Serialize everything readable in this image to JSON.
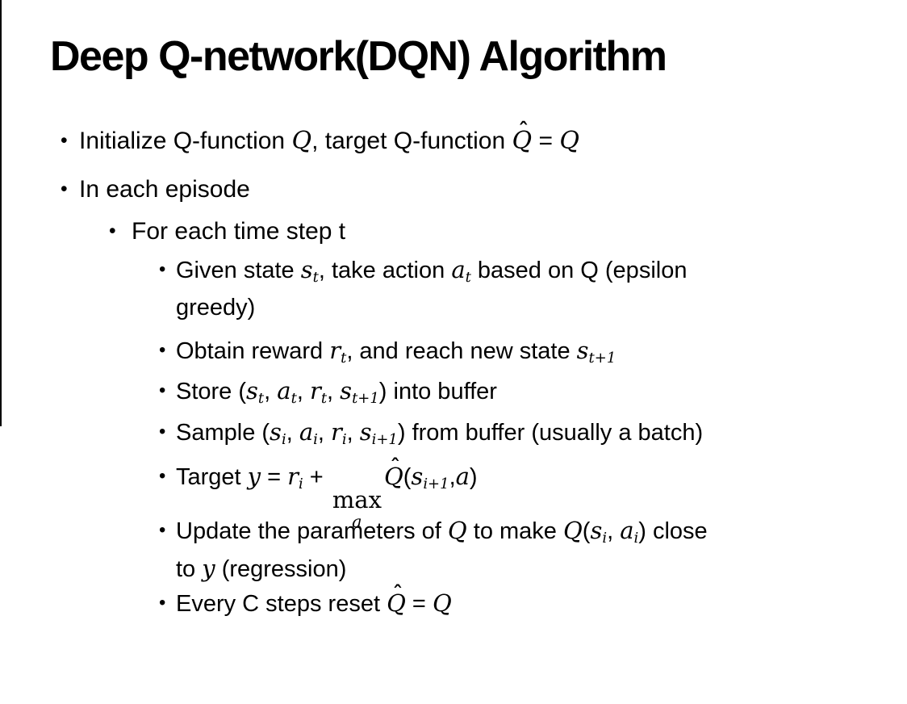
{
  "slide": {
    "title": "Deep Q-network(DQN) Algorithm",
    "bullets": [
      {
        "level": 1,
        "segments": [
          {
            "t": "txt",
            "v": "Initialize Q-function "
          },
          {
            "t": "m",
            "v": "Q"
          },
          {
            "t": "txt",
            "v": ", target Q-function "
          },
          {
            "t": "hat",
            "v": "Q"
          },
          {
            "t": "txt",
            "v": " = "
          },
          {
            "t": "m",
            "v": "Q"
          }
        ]
      },
      {
        "level": 1,
        "segments": [
          {
            "t": "txt",
            "v": "In each episode"
          }
        ]
      },
      {
        "level": 2,
        "segments": [
          {
            "t": "txt",
            "v": "For each time step t"
          }
        ]
      },
      {
        "level": 3,
        "segments": [
          {
            "t": "txt",
            "v": "Given state "
          },
          {
            "t": "msub",
            "b": "s",
            "s": "t"
          },
          {
            "t": "txt",
            "v": ", take action "
          },
          {
            "t": "msub",
            "b": "a",
            "s": "t"
          },
          {
            "t": "txt",
            "v": " based on Q (epsilon"
          },
          {
            "t": "br"
          },
          {
            "t": "txt",
            "v": "greedy)"
          }
        ]
      },
      {
        "level": 3,
        "segments": [
          {
            "t": "txt",
            "v": "Obtain reward "
          },
          {
            "t": "msub",
            "b": "r",
            "s": "t"
          },
          {
            "t": "txt",
            "v": ", and reach new state "
          },
          {
            "t": "msub",
            "b": "s",
            "s": "t+1"
          }
        ]
      },
      {
        "level": 3,
        "segments": [
          {
            "t": "txt",
            "v": "Store ("
          },
          {
            "t": "msub",
            "b": "s",
            "s": "t"
          },
          {
            "t": "txt",
            "v": ", "
          },
          {
            "t": "msub",
            "b": "a",
            "s": "t"
          },
          {
            "t": "txt",
            "v": ", "
          },
          {
            "t": "msub",
            "b": "r",
            "s": "t"
          },
          {
            "t": "txt",
            "v": ", "
          },
          {
            "t": "msub",
            "b": "s",
            "s": "t+1"
          },
          {
            "t": "txt",
            "v": ") into buffer"
          }
        ]
      },
      {
        "level": 3,
        "segments": [
          {
            "t": "txt",
            "v": "Sample ("
          },
          {
            "t": "msub",
            "b": "s",
            "s": "i"
          },
          {
            "t": "txt",
            "v": ", "
          },
          {
            "t": "msub",
            "b": "a",
            "s": "i"
          },
          {
            "t": "txt",
            "v": ", "
          },
          {
            "t": "msub",
            "b": "r",
            "s": "i"
          },
          {
            "t": "txt",
            "v": ", "
          },
          {
            "t": "msub",
            "b": "s",
            "s": "i+1"
          },
          {
            "t": "txt",
            "v": ") from buffer (usually a batch)"
          }
        ]
      },
      {
        "level": 3,
        "segments": [
          {
            "t": "txt",
            "v": "Target "
          },
          {
            "t": "m",
            "v": "y"
          },
          {
            "t": "txt",
            "v": " = "
          },
          {
            "t": "msub",
            "b": "r",
            "s": "i"
          },
          {
            "t": "txt",
            "v": " + "
          },
          {
            "t": "max",
            "top": "max",
            "under": "a"
          },
          {
            "t": "hat",
            "v": "Q"
          },
          {
            "t": "txt",
            "v": "("
          },
          {
            "t": "msub",
            "b": "s",
            "s": "i+1"
          },
          {
            "t": "txt",
            "v": ","
          },
          {
            "t": "m",
            "v": "a"
          },
          {
            "t": "txt",
            "v": ")"
          }
        ]
      },
      {
        "level": 3,
        "segments": [
          {
            "t": "txt",
            "v": "Update the parameters of "
          },
          {
            "t": "m",
            "v": "Q"
          },
          {
            "t": "txt",
            "v": " to make "
          },
          {
            "t": "m",
            "v": "Q"
          },
          {
            "t": "txt",
            "v": "("
          },
          {
            "t": "msub",
            "b": "s",
            "s": "i"
          },
          {
            "t": "txt",
            "v": ", "
          },
          {
            "t": "msub",
            "b": "a",
            "s": "i"
          },
          {
            "t": "txt",
            "v": ") close"
          },
          {
            "t": "br"
          },
          {
            "t": "txt",
            "v": "to "
          },
          {
            "t": "m",
            "v": "y"
          },
          {
            "t": "txt",
            "v": " (regression)"
          }
        ]
      },
      {
        "level": 3,
        "segments": [
          {
            "t": "txt",
            "v": "Every C steps reset "
          },
          {
            "t": "hat",
            "v": "Q"
          },
          {
            "t": "txt",
            "v": " = "
          },
          {
            "t": "m",
            "v": "Q"
          }
        ]
      }
    ],
    "bullet_marker": "•",
    "hat_mark": "ˆ",
    "colors": {
      "text": "#000000",
      "background": "#ffffff",
      "edge_line": "#000000"
    }
  }
}
